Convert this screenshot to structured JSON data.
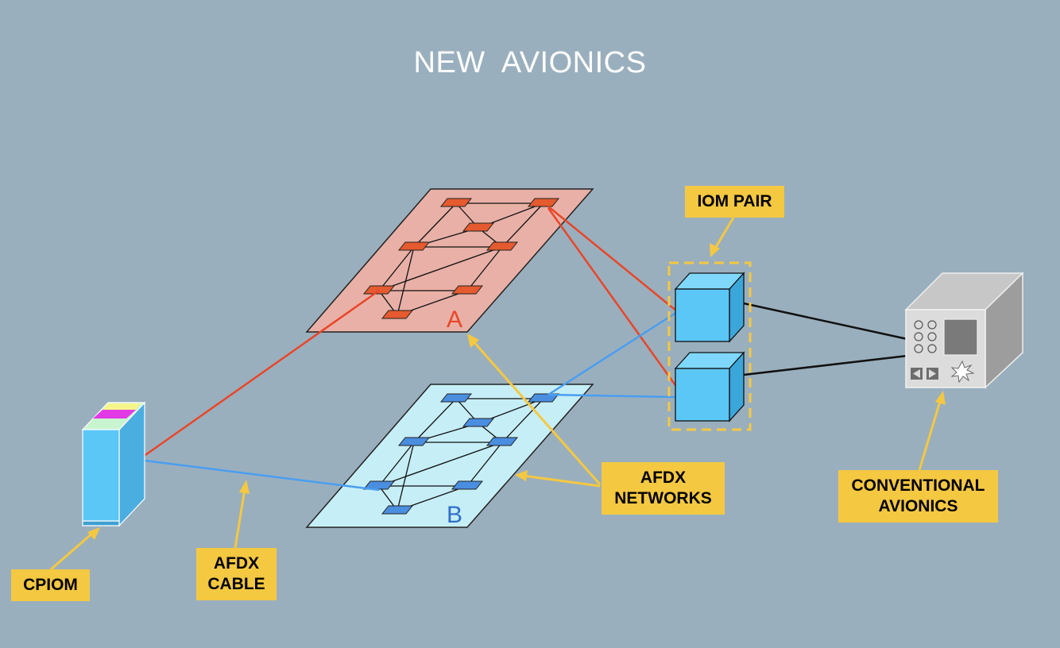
{
  "title": "NEW  AVIONICS",
  "network_a": {
    "label": "A",
    "color": "#e8462a",
    "fill": "#e8b0a6"
  },
  "network_b": {
    "label": "B",
    "color": "#2f6fc9",
    "fill": "#c6eef7"
  },
  "callouts": {
    "iom_pair": "IOM PAIR",
    "afdx_networks": "AFDX\nNETWORKS",
    "conventional_avionics": "CONVENTIONAL\nAVIONICS",
    "cpiom": "CPIOM",
    "afdx_cable": "AFDX\nCABLE"
  },
  "colors": {
    "background": "#9aafbd",
    "callout": "#f5c842",
    "red_link": "#e8462a",
    "blue_link": "#4a9ef0",
    "module_blue": "#5bc7f7"
  }
}
